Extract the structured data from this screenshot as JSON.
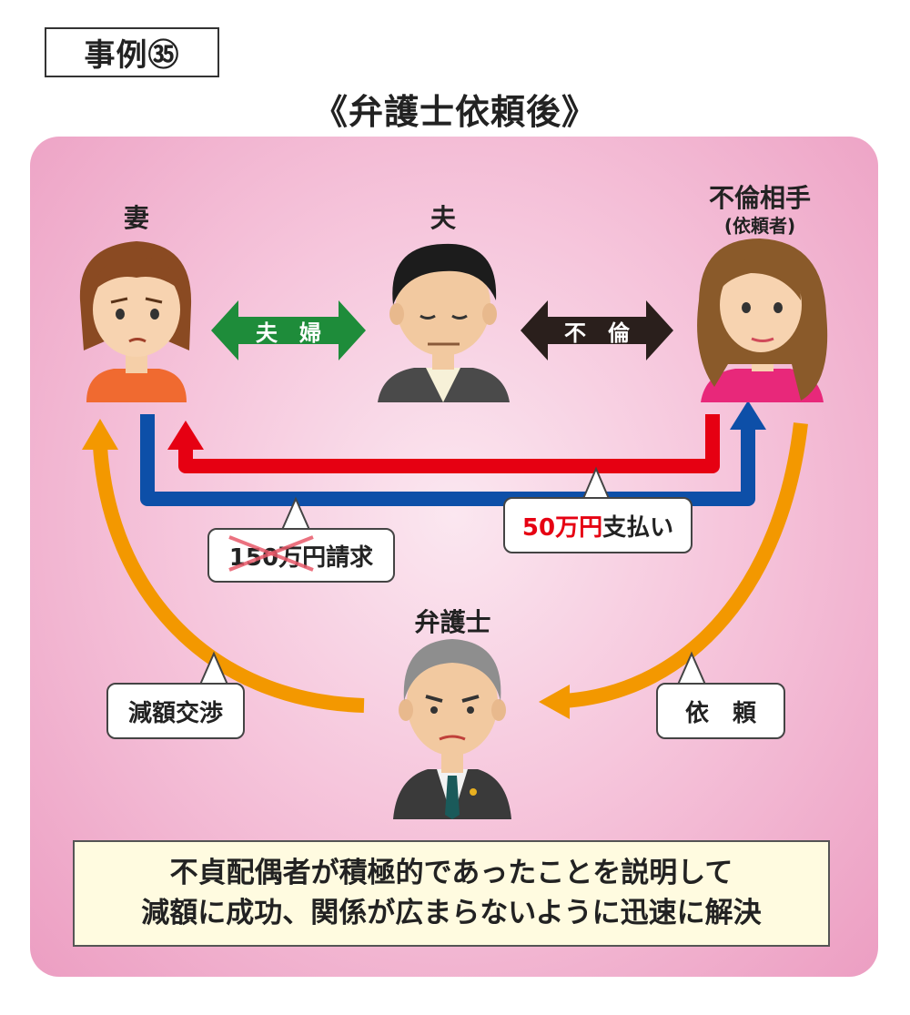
{
  "case_label": "事例㉟",
  "title": "《弁護士依頼後》",
  "people": {
    "wife": "妻",
    "husband": "夫",
    "affair_partner": "不倫相手",
    "affair_partner_sub": "(依頼者)",
    "lawyer": "弁護士"
  },
  "relations": {
    "marriage": "夫　婦",
    "affair": "不　倫"
  },
  "callouts": {
    "claim_amount": "150万円",
    "claim_suffix": "請求",
    "paid_amount": "50万円",
    "paid_suffix": "支払い",
    "negotiation": "減額交渉",
    "request": "依　頼"
  },
  "summary": {
    "line1": "不貞配偶者が積極的であったことを説明して",
    "line2": "減額に成功、関係が広まらないように迅速に解決"
  },
  "colors": {
    "marriage_arrow": "#1e8c3a",
    "affair_arrow": "#2a1f1c",
    "red_arrow": "#e60012",
    "blue_arrow": "#0d4fa8",
    "orange_arrow": "#f39800"
  }
}
